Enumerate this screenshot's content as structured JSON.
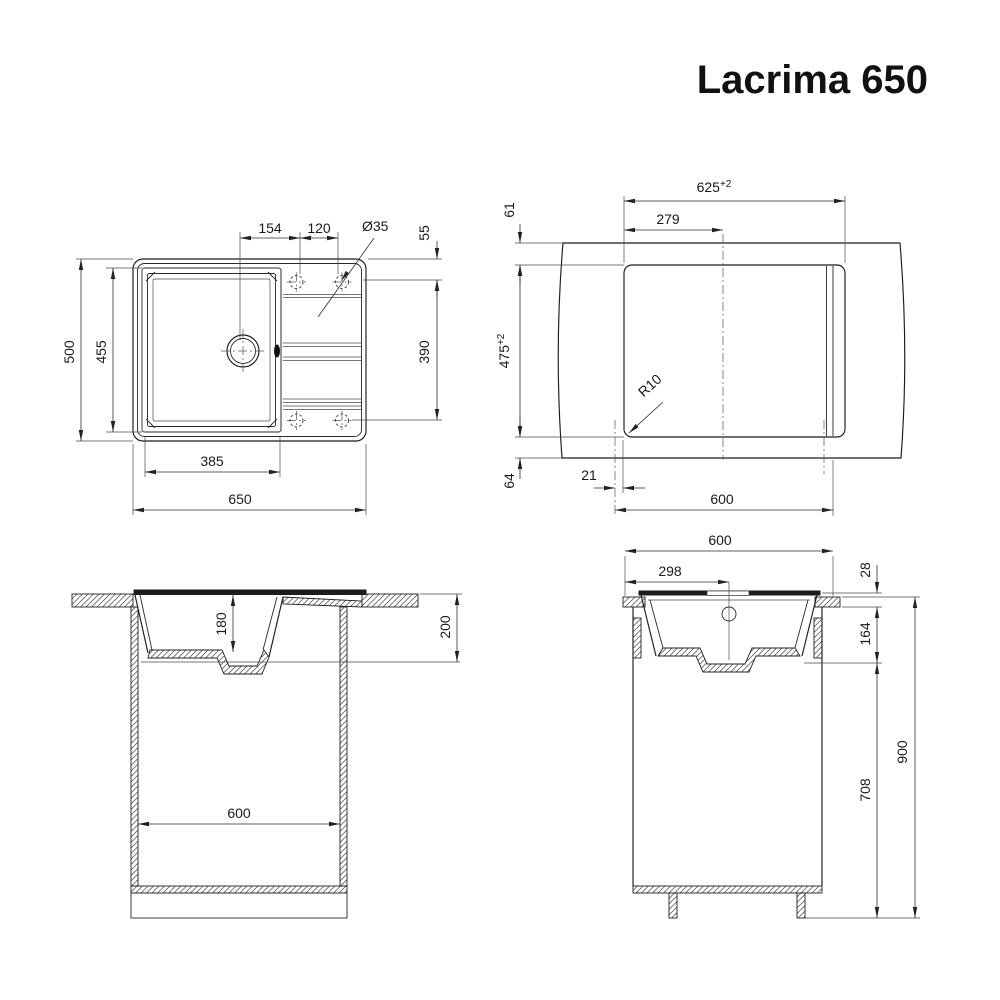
{
  "title": "Lacrima 650",
  "views": {
    "top": {
      "dims": {
        "overall_width": "650",
        "bowl_width": "385",
        "overall_depth": "500",
        "bowl_depth": "455",
        "drain_to_hole": "154",
        "hole_spacing": "120",
        "hole_diameter": "Ø35",
        "edge_to_board": "55",
        "board_length": "390"
      }
    },
    "cutout": {
      "dims": {
        "width": "625",
        "width_tol": "+2",
        "hole_offset": "279",
        "front_margin": "61",
        "depth": "475",
        "depth_tol": "+2",
        "rear_margin": "64",
        "side_offset": "21",
        "cabinet_width": "600",
        "corner_radius": "R10"
      }
    },
    "front": {
      "dims": {
        "bowl_depth": "180",
        "under_counter_depth": "200",
        "cabinet_width": "600"
      }
    },
    "side": {
      "dims": {
        "cabinet_depth": "600",
        "drain_offset": "298",
        "rim_height": "28",
        "bowl_protrusion": "164",
        "clearance_height": "708",
        "worktop_height": "900"
      }
    }
  }
}
